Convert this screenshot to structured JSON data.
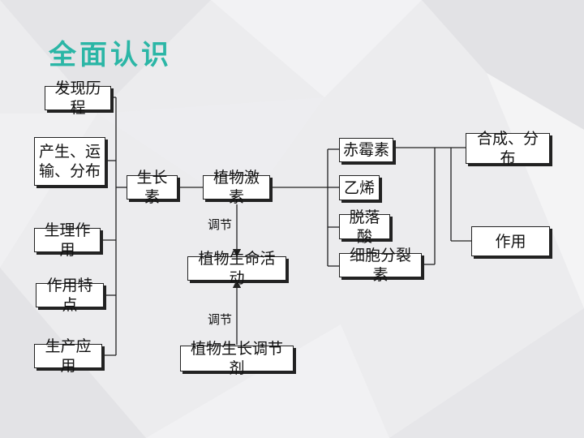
{
  "title": "全面认识",
  "nodes": {
    "history": "发现历程",
    "production": "产生、运输、分布",
    "physiology": "生理作用",
    "features": "作用特点",
    "application": "生产应用",
    "auxin": "生长素",
    "hormones": "植物激素",
    "life_activity": "植物生命活动",
    "regulators": "植物生长调节剂",
    "gibberellin": "赤霉素",
    "ethylene": "乙烯",
    "abscisic": "脱落酸",
    "cytokinin": "细胞分裂素",
    "synthesis": "合成、分布",
    "function": "作用"
  },
  "labels": {
    "regulate_top": "调节",
    "regulate_bottom": "调节"
  }
}
